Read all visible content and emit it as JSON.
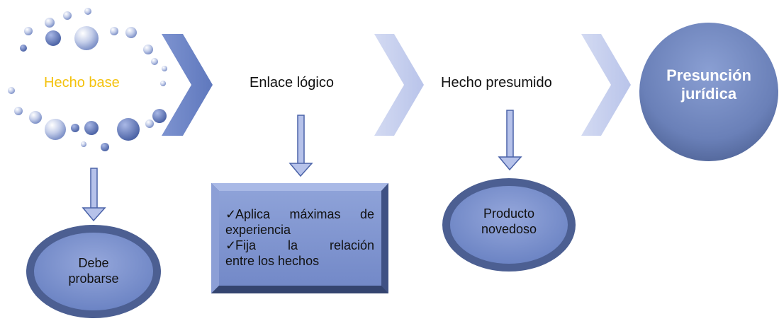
{
  "steps": {
    "hecho_base": "Hecho base",
    "enlace_logico": "Enlace lógico",
    "hecho_presumido": "Hecho presumido",
    "presuncion": "Presunción jurídica"
  },
  "notes": {
    "debe_probarse": "Debe probarse",
    "enlace_items": [
      {
        "check": "✓",
        "l1": "Aplica máximas de",
        "l2": "experiencia"
      },
      {
        "check": "✓",
        "l1": "Fija la relación",
        "l2": "entre los hechos"
      }
    ],
    "producto_novedoso": "Producto novedoso"
  },
  "colors": {
    "accent_yellow": "#f4c20d",
    "chevron_dark": "#6f86c6",
    "chevron_light": "#c7d0ee",
    "bubble": "#8fa0d6",
    "circle": "#6a7fb2"
  }
}
